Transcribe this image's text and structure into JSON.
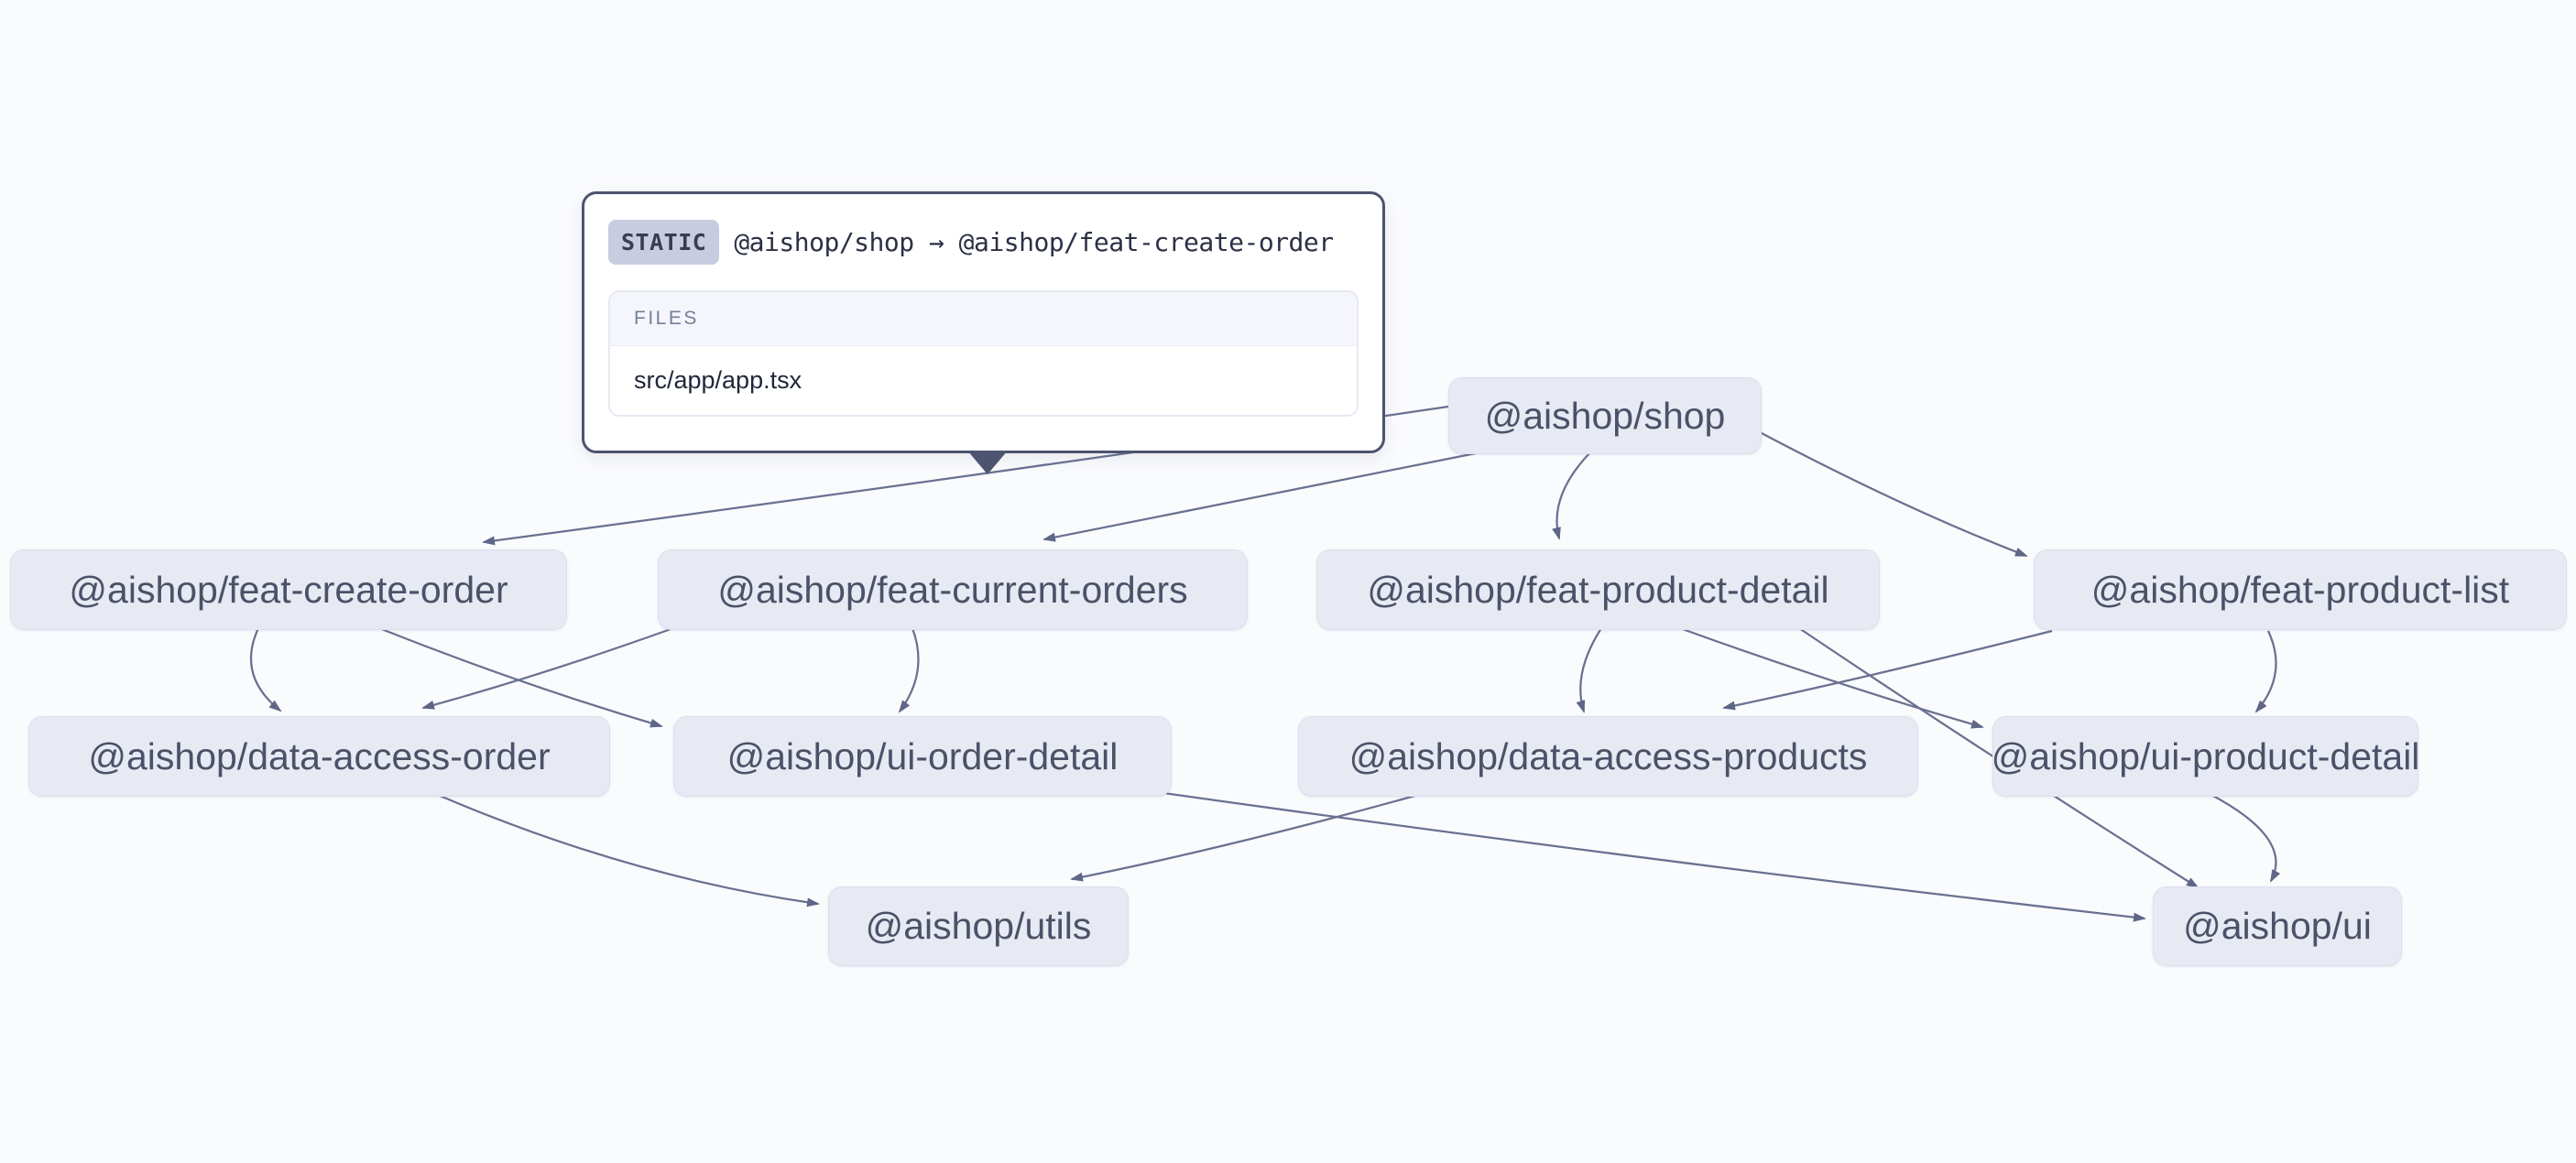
{
  "app": {
    "view": "project-dependency-graph"
  },
  "tooltip": {
    "badge": "STATIC",
    "title": "@aishop/shop → @aishop/feat-create-order",
    "files_header": "FILES",
    "files": [
      "src/app/app.tsx"
    ]
  },
  "nodes": [
    {
      "id": "shop",
      "label": "@aishop/shop"
    },
    {
      "id": "feat-create-order",
      "label": "@aishop/feat-create-order"
    },
    {
      "id": "feat-current-orders",
      "label": "@aishop/feat-current-orders"
    },
    {
      "id": "feat-product-detail",
      "label": "@aishop/feat-product-detail"
    },
    {
      "id": "feat-product-list",
      "label": "@aishop/feat-product-list"
    },
    {
      "id": "data-access-order",
      "label": "@aishop/data-access-order"
    },
    {
      "id": "ui-order-detail",
      "label": "@aishop/ui-order-detail"
    },
    {
      "id": "data-access-products",
      "label": "@aishop/data-access-products"
    },
    {
      "id": "ui-product-detail",
      "label": "@aishop/ui-product-detail"
    },
    {
      "id": "utils",
      "label": "@aishop/utils"
    },
    {
      "id": "ui",
      "label": "@aishop/ui"
    }
  ],
  "edges": [
    {
      "from": "shop",
      "to": "feat-create-order",
      "type": "static",
      "selected": true
    },
    {
      "from": "shop",
      "to": "feat-current-orders"
    },
    {
      "from": "shop",
      "to": "feat-product-detail"
    },
    {
      "from": "shop",
      "to": "feat-product-list"
    },
    {
      "from": "feat-create-order",
      "to": "data-access-order"
    },
    {
      "from": "feat-create-order",
      "to": "ui-order-detail"
    },
    {
      "from": "feat-current-orders",
      "to": "data-access-order"
    },
    {
      "from": "feat-current-orders",
      "to": "ui-order-detail"
    },
    {
      "from": "feat-product-detail",
      "to": "data-access-products"
    },
    {
      "from": "feat-product-detail",
      "to": "ui-product-detail"
    },
    {
      "from": "feat-product-detail",
      "to": "ui"
    },
    {
      "from": "feat-product-list",
      "to": "data-access-products"
    },
    {
      "from": "feat-product-list",
      "to": "ui-product-detail"
    },
    {
      "from": "data-access-order",
      "to": "utils"
    },
    {
      "from": "data-access-products",
      "to": "utils"
    },
    {
      "from": "ui-order-detail",
      "to": "ui"
    },
    {
      "from": "ui-product-detail",
      "to": "ui"
    }
  ],
  "colors": {
    "canvas_bg": "#fafbfd",
    "node_bg": "#e7eaf3",
    "node_text": "#4b5268",
    "edge": "#6a7190",
    "arrowhead": "#5f6687",
    "tooltip_border": "#4d5470",
    "badge_bg": "#c7cce0",
    "badge_text": "#363d55",
    "files_header_text": "#757e9a"
  }
}
